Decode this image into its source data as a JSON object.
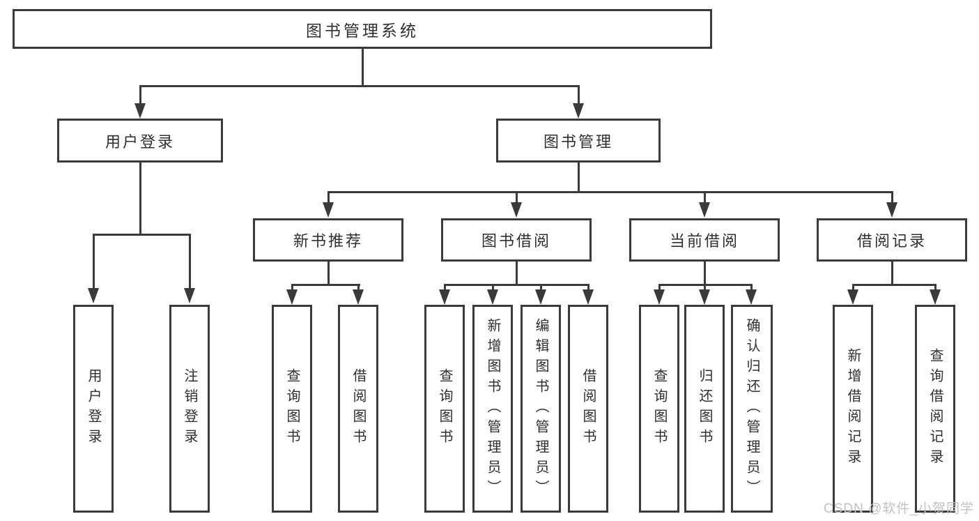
{
  "diagram": {
    "root": {
      "label": "图书管理系统"
    },
    "branches": [
      {
        "label": "用户登录",
        "children": [
          {
            "label": "用户登录"
          },
          {
            "label": "注销登录"
          }
        ]
      },
      {
        "label": "图书管理",
        "children": [
          {
            "label": "新书推荐",
            "children": [
              {
                "label": "查询图书"
              },
              {
                "label": "借阅图书"
              }
            ]
          },
          {
            "label": "图书借阅",
            "children": [
              {
                "label": "查询图书"
              },
              {
                "label": "新增图书（管理员）"
              },
              {
                "label": "编辑图书（管理员）"
              },
              {
                "label": "借阅图书"
              }
            ]
          },
          {
            "label": "当前借阅",
            "children": [
              {
                "label": "查询图书"
              },
              {
                "label": "归还图书"
              },
              {
                "label": "确认归还（管理员）"
              }
            ]
          },
          {
            "label": "借阅记录",
            "children": [
              {
                "label": "新增借阅记录"
              },
              {
                "label": "查询借阅记录"
              }
            ]
          }
        ]
      }
    ]
  },
  "watermark": {
    "text": "CSDN @软件_小贺同学"
  },
  "colors": {
    "line": "#3a3a3c",
    "text": "#2f2f31",
    "background": "#ffffff",
    "watermark": "#c2c2c2"
  }
}
